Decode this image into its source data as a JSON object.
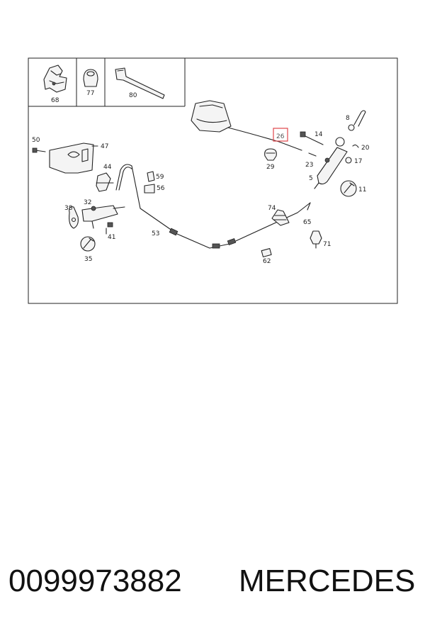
{
  "labels": {
    "l68": "68",
    "l77": "77",
    "l80": "80",
    "l50": "50",
    "l47": "47",
    "l44": "44",
    "l59": "59",
    "l56": "56",
    "l38": "38",
    "l32": "32",
    "l41": "41",
    "l35": "35",
    "l53": "53",
    "l26": "26",
    "l29": "29",
    "l14": "14",
    "l23": "23",
    "l8": "8",
    "l20": "20",
    "l17": "17",
    "l5": "5",
    "l11": "11",
    "l74": "74",
    "l65": "65",
    "l71": "71",
    "l62": "62"
  },
  "highlight": {
    "color": "#e0454b",
    "label": "26"
  },
  "caption": {
    "part_number": "0099973882",
    "brand": "MERCEDES"
  }
}
